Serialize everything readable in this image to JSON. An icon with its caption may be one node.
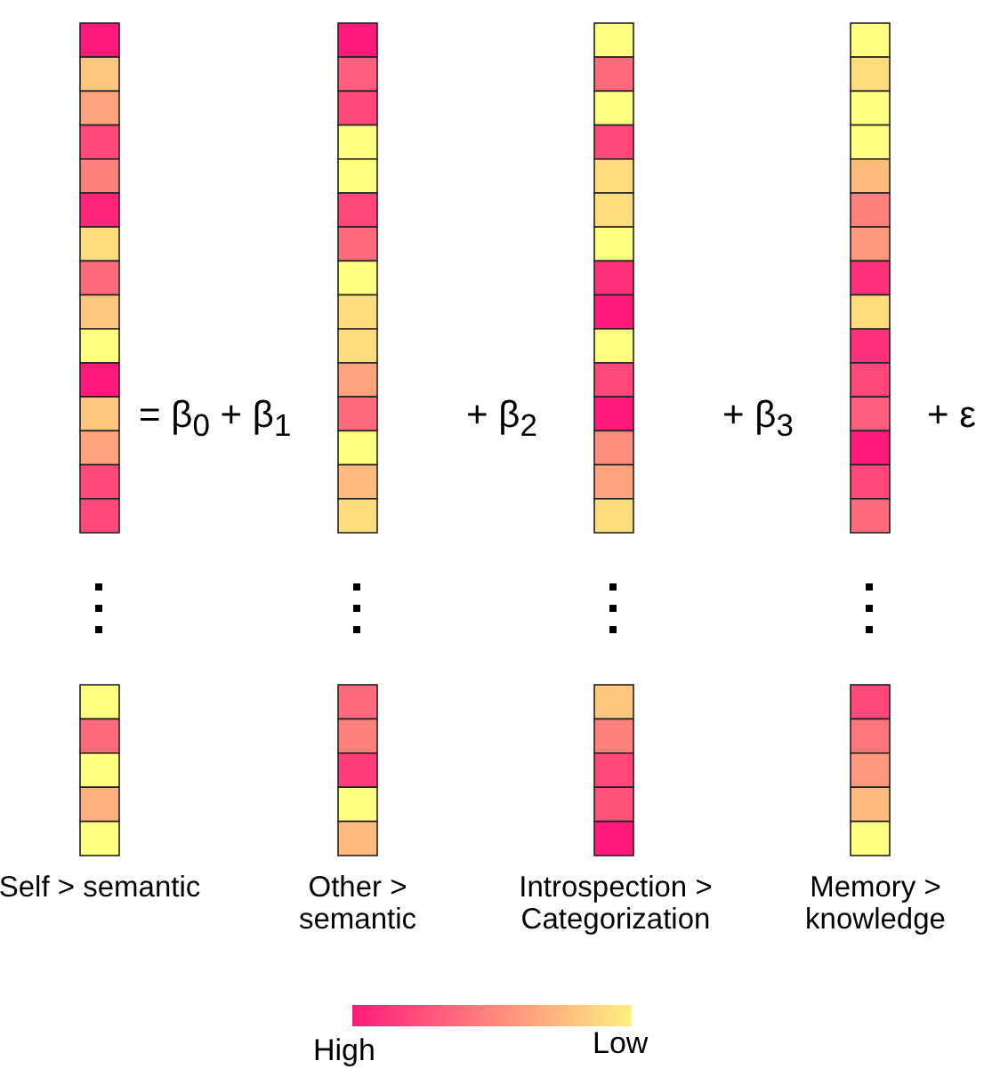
{
  "diagram": {
    "labels": [
      "= β$_{0}$ + β$_{1}$",
      "+ β$_{2}$",
      "+ β$_{3}$",
      "+ ε",
      "Self > semantic",
      "Other > semantic",
      "Introspection > Categorization",
      "Memory > knowledge",
      "High",
      "Low"
    ]
  }
}
